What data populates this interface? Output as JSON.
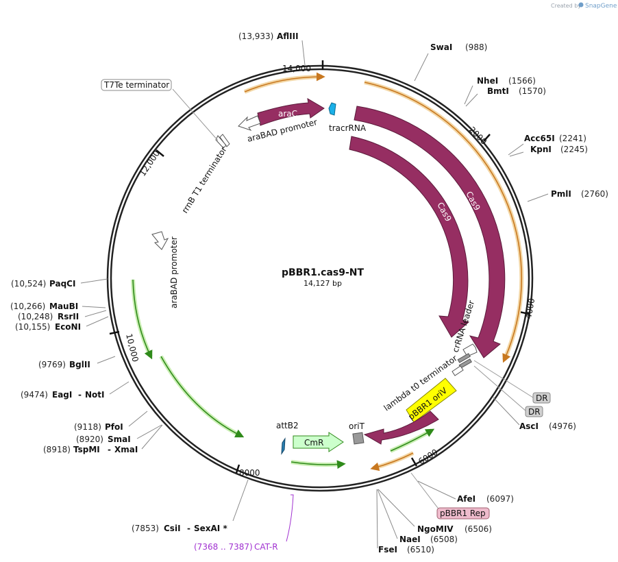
{
  "plasmid": {
    "name": "pBBR1.cas9-NT",
    "length": "14,127 bp"
  },
  "watermark": {
    "prefix": "Created by",
    "brand": "SnapGene"
  },
  "ruler": [
    "14,000",
    "2000",
    "4000",
    "6000",
    "8000",
    "10,000",
    "12,000"
  ],
  "sites": {
    "aflIII": {
      "num": "(13,933)",
      "name": "AflIII"
    },
    "swaI": {
      "num": "(988)",
      "name": "SwaI"
    },
    "nheI": {
      "num": "(1566)",
      "name": "NheI"
    },
    "bmtI": {
      "num": "(1570)",
      "name": "BmtI"
    },
    "acc65I": {
      "num": "(2241)",
      "name": "Acc65I"
    },
    "kpnI": {
      "num": "(2245)",
      "name": "KpnI"
    },
    "pmlI": {
      "num": "(2760)",
      "name": "PmlI"
    },
    "ascI": {
      "num": "(4976)",
      "name": "AscI"
    },
    "afeI": {
      "num": "(6097)",
      "name": "AfeI"
    },
    "ngoMIV": {
      "num": "(6506)",
      "name": "NgoMIV"
    },
    "naeI": {
      "num": "(6508)",
      "name": "NaeI"
    },
    "fseI": {
      "num": "(6510)",
      "name": "FseI"
    },
    "csiI": {
      "num": "(7853)",
      "name": "CsiI",
      "extra": "SexAI *"
    },
    "tspMI": {
      "num": "(8918)",
      "name": "TspMI",
      "extra": "XmaI"
    },
    "smaI": {
      "num": "(8920)",
      "name": "SmaI"
    },
    "pfoI": {
      "num": "(9118)",
      "name": "PfoI"
    },
    "eagI": {
      "num": "(9474)",
      "name": "EagI",
      "extra": "NotI"
    },
    "bglII": {
      "num": "(9769)",
      "name": "BglII"
    },
    "ecoNI": {
      "num": "(10,155)",
      "name": "EcoNI"
    },
    "rsrII": {
      "num": "(10,248)",
      "name": "RsrII"
    },
    "mauBI": {
      "num": "(10,266)",
      "name": "MauBI"
    },
    "paqCI": {
      "num": "(10,524)",
      "name": "PaqCI"
    }
  },
  "primer": {
    "range": "(7368 .. 7387)",
    "name": "CAT-R",
    "color": "#a030d0"
  },
  "features": {
    "araC": "araC",
    "tracrRNA": "tracrRNA",
    "araBAD1": "araBAD promoter",
    "araBAD2": "araBAD promoter",
    "cas9a": "Cas9",
    "cas9b": "Cas9",
    "crRNA": "crRNA leader",
    "dr1": "DR",
    "dr2": "DR",
    "t7te": "T7Te terminator",
    "rrnB": "rrnB T1 terminator",
    "lambda": "lambda t0 terminator",
    "oriV": "pBBR1 oriV",
    "oriT": "oriT",
    "cmR": "CmR",
    "attB2": "attB2",
    "rep": "pBBR1 Rep"
  },
  "colors": {
    "cas9": "#962e62",
    "araC": "#962e62",
    "tracr": "#1ab0e8",
    "oriV": "#ffff00",
    "cmR": "#ccffcc",
    "oriT": "#999999",
    "rep": "#eebbcc",
    "orangeTrack": "#f0b860",
    "greenTrack": "#a8e080"
  }
}
